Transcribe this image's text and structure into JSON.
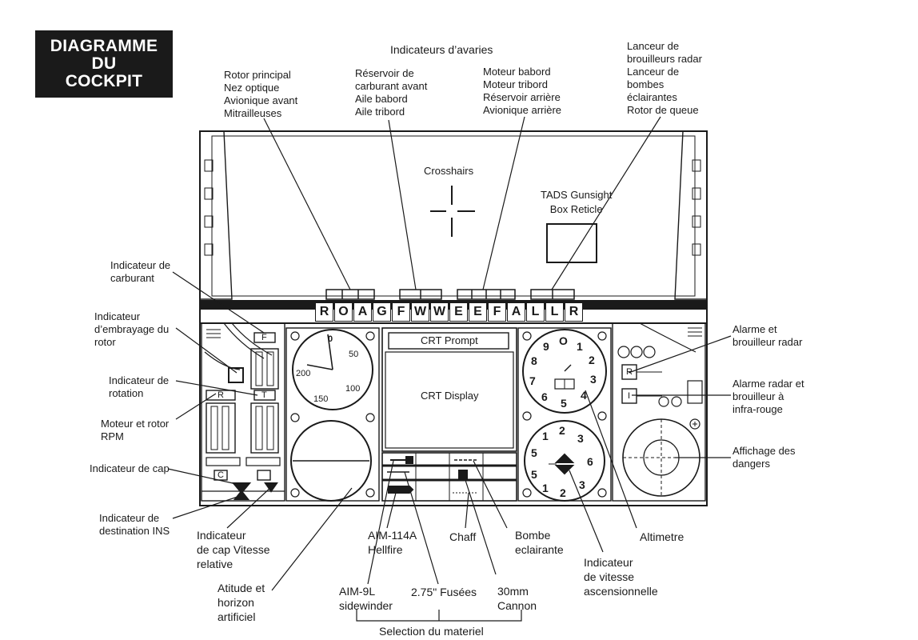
{
  "title": [
    "DIAGRAMME",
    "DU",
    "COCKPIT"
  ],
  "heading": "Indicateurs d’avaries",
  "damage_groups": [
    [
      "Rotor principal",
      "Nez optique",
      "Avionique avant",
      "Mitrailleuses"
    ],
    [
      "Réservoir de",
      "carburant avant",
      "Aile babord",
      "Aile tribord"
    ],
    [
      "Moteur babord",
      "Moteur tribord",
      "Réservoir arrière",
      "Avionique arrière"
    ],
    [
      "Lanceur de",
      "brouilleurs radar",
      "Lanceur de",
      "bombes",
      "éclairantes",
      "Rotor de queue"
    ]
  ],
  "canopy": {
    "crosshairs": "Crosshairs",
    "tads": [
      "TADS Gunsight",
      "Box Reticle"
    ]
  },
  "damage_letters": [
    "R",
    "O",
    "A",
    "G",
    "F",
    "W",
    "W",
    "E",
    "E",
    "F",
    "A",
    "L",
    "L",
    "R"
  ],
  "left_labels": [
    [
      "Indicateur de",
      "carburant"
    ],
    [
      "Indicateur",
      "d’embrayage du",
      "rotor"
    ],
    [
      "Indicateur de",
      "rotation"
    ],
    [
      "Moteur et rotor",
      "RPM"
    ],
    [
      "Indicateur de cap"
    ],
    [
      "Indicateur de",
      "destination INS"
    ]
  ],
  "right_labels": [
    [
      "Alarme et",
      "brouilleur radar"
    ],
    [
      "Alarme radar et",
      "brouilleur à",
      "infra-rouge"
    ],
    [
      "Affichage des",
      "dangers"
    ]
  ],
  "bottom_labels": {
    "heading_speed": [
      "Indicateur",
      "de cap Vitesse",
      "relative"
    ],
    "attitude": [
      "Atitude et",
      "horizon",
      "artificiel"
    ],
    "aim114": [
      "AIM-114A",
      "Hellfire"
    ],
    "aim9": [
      "AIM-9L",
      "sidewinder"
    ],
    "rockets": "2.75\" Fusées",
    "chaff": "Chaff",
    "flare": [
      "Bombe",
      "eclairante"
    ],
    "cannon": [
      "30mm",
      "Cannon"
    ],
    "vsi": [
      "Indicateur",
      "de vitesse",
      "ascensionnelle"
    ],
    "altimeter": "Altimetre",
    "selection": "Selection  du materiel"
  },
  "panel": {
    "crt_prompt": "CRT Prompt",
    "crt_display": "CRT Display",
    "fuel_f": "F",
    "rotation_t": "T",
    "rpm_r": "R",
    "heading_c": "C",
    "radar_r": "R",
    "ir_i": "I",
    "speed_dial": [
      "0",
      "50",
      "100",
      "150",
      "200"
    ],
    "altimeter_digits": [
      "O",
      "1",
      "2",
      "3",
      "4",
      "5",
      "6",
      "7",
      "8",
      "9"
    ],
    "vsi_digits": [
      "1",
      "2",
      "3",
      "6",
      "3",
      "2",
      "1",
      "5",
      "5"
    ]
  }
}
